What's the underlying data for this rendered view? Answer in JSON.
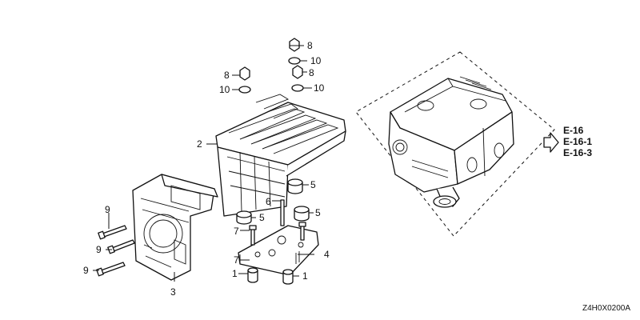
{
  "callouts": {
    "c1a": "1",
    "c1b": "1",
    "c2": "2",
    "c3": "3",
    "c4": "4",
    "c5a": "5",
    "c5b": "5",
    "c5c": "5",
    "c6": "6",
    "c7a": "7",
    "c7b": "7",
    "c8a": "8",
    "c8b": "8",
    "c8c": "8",
    "c9a": "9",
    "c9b": "9",
    "c9c": "9",
    "c10a": "10",
    "c10b": "10",
    "c10c": "10"
  },
  "references": [
    "E-16",
    "E-16-1",
    "E-16-3"
  ],
  "diagram_code": "Z4H0X0200A"
}
